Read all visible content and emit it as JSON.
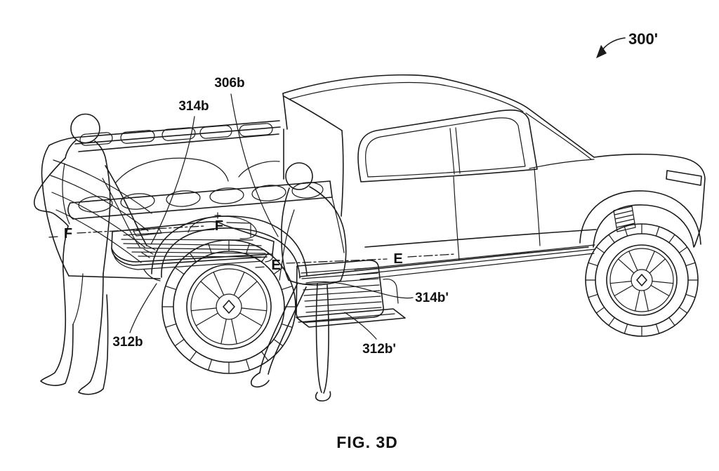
{
  "figure": {
    "caption": "FIG. 3D",
    "labels": {
      "ref_300": "300'",
      "ref_306b": "306b",
      "ref_314b": "314b",
      "ref_314b_prime": "314b'",
      "ref_312b": "312b",
      "ref_312b_prime": "312b'",
      "section_f_left": "F",
      "section_f_right": "F",
      "section_e_left": "E",
      "section_e_right": "E"
    },
    "colors": {
      "line": "#1b1b1b",
      "background": "#ffffff"
    }
  }
}
